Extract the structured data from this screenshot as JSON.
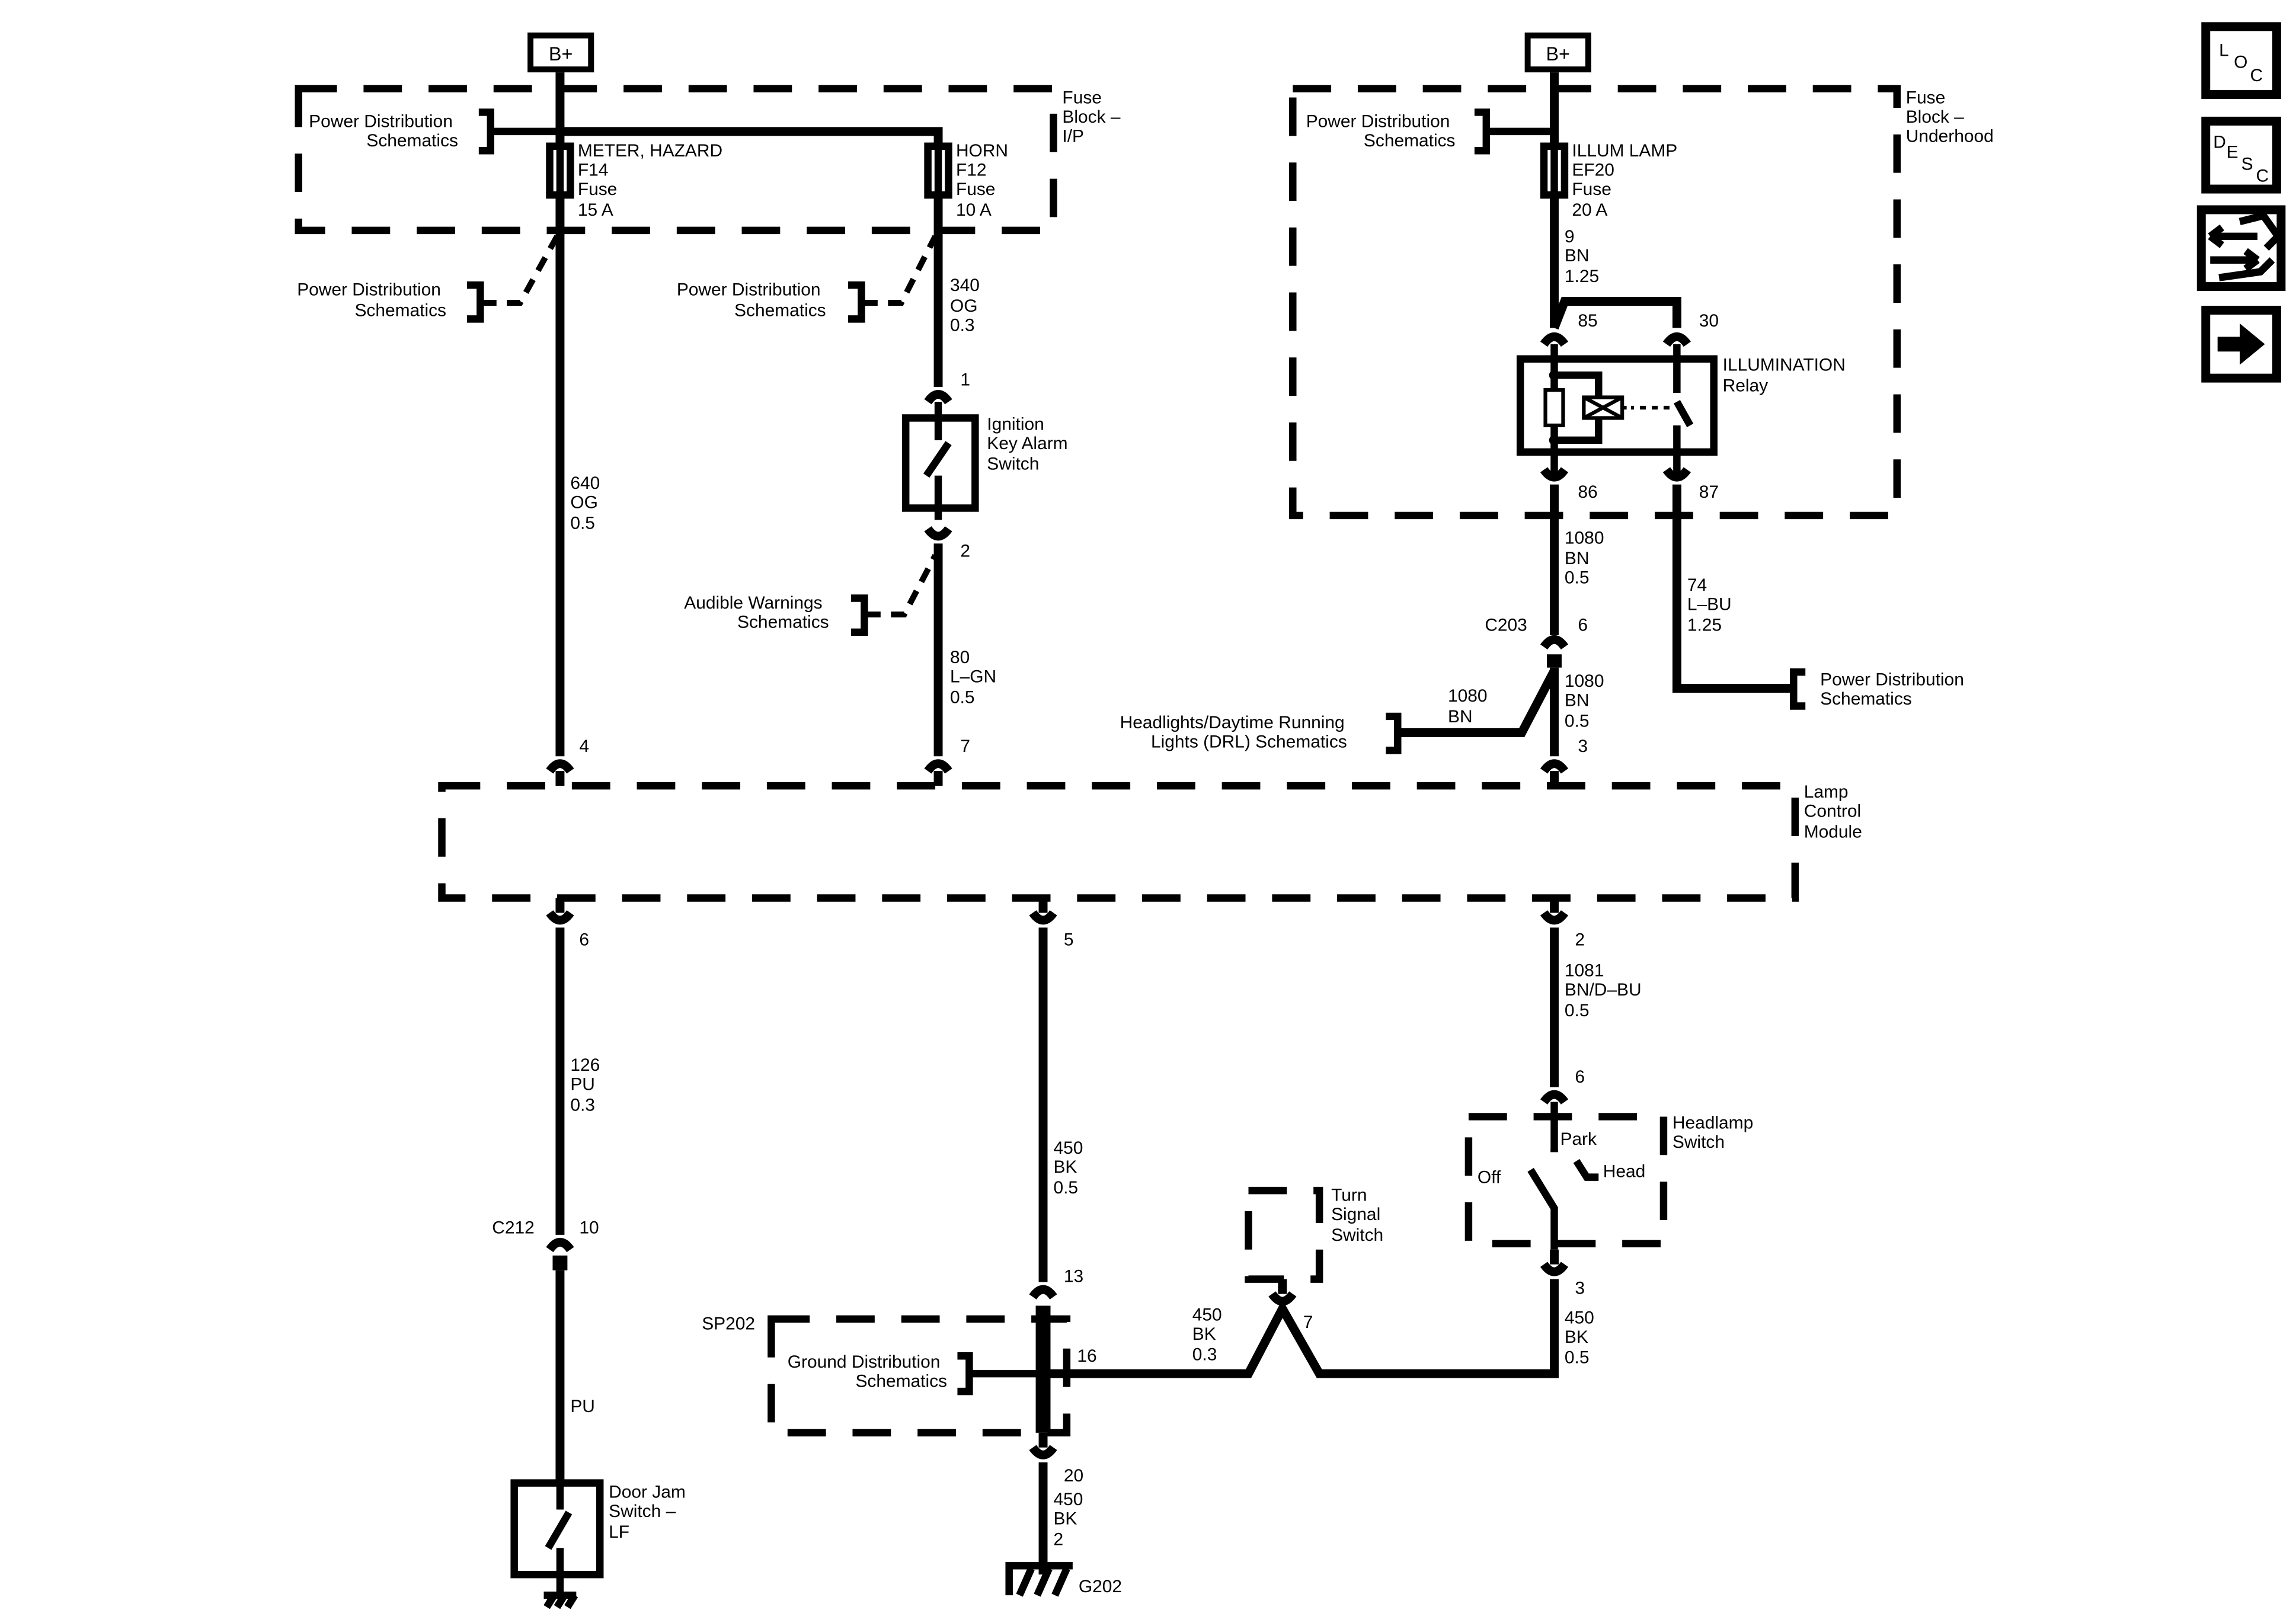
{
  "battery": {
    "left": "B+",
    "right": "B+"
  },
  "nav": {
    "loc": [
      "L",
      "O",
      "C"
    ],
    "desc": [
      "D",
      "E",
      "S",
      "C"
    ],
    "connector_icon": "connector-arrows-icon",
    "next_icon": "arrow-right-icon"
  },
  "fuse_block_ip": {
    "label": [
      "Fuse",
      "Block –",
      "I/P"
    ],
    "power_ref": [
      "Power Distribution",
      "Schematics"
    ],
    "fuse1": [
      "METER, HAZARD",
      "F14",
      "Fuse",
      "15 A"
    ],
    "fuse2": [
      "HORN",
      "F12",
      "Fuse",
      "10 A"
    ]
  },
  "fuse_block_underhood": {
    "label": [
      "Fuse",
      "Block –",
      "Underhood"
    ],
    "power_ref": [
      "Power Distribution",
      "Schematics"
    ],
    "fuse": [
      "ILLUM LAMP",
      "EF20",
      "Fuse",
      "20 A"
    ],
    "wire_9": [
      "9",
      "BN",
      "1.25"
    ],
    "relay_label": [
      "ILLUMINATION",
      "Relay"
    ],
    "pins": {
      "p85": "85",
      "p30": "30",
      "p86": "86",
      "p87": "87"
    }
  },
  "left_refs": {
    "ref1": [
      "Power Distribution",
      "Schematics"
    ],
    "ref2": [
      "Power Distribution",
      "Schematics"
    ],
    "audible": [
      "Audible Warnings",
      "Schematics"
    ]
  },
  "wires": {
    "w640": [
      "640",
      "OG",
      "0.5"
    ],
    "w340": [
      "340",
      "OG",
      "0.3"
    ],
    "w80": [
      "80",
      "L–GN",
      "0.5"
    ],
    "w1080a": [
      "1080",
      "BN",
      "0.5"
    ],
    "w1080b": [
      "1080",
      "BN",
      "0.5"
    ],
    "w1080c": [
      "1080",
      "BN"
    ],
    "w74": [
      "74",
      "L–BU",
      "1.25"
    ],
    "w1081": [
      "1081",
      "BN/D–BU",
      "0.5"
    ],
    "w126": [
      "126",
      "PU",
      "0.3"
    ],
    "wpu": "PU",
    "w450a": [
      "450",
      "BK",
      "0.5"
    ],
    "w450b": [
      "450",
      "BK",
      "0.3"
    ],
    "w450c": [
      "450",
      "BK",
      "0.5"
    ],
    "w450d": [
      "450",
      "BK",
      "2"
    ]
  },
  "ignition_switch": {
    "label": [
      "Ignition",
      "Key Alarm",
      "Switch"
    ],
    "pin_top": "1",
    "pin_bottom": "2"
  },
  "c203": {
    "name": "C203",
    "pin": "6"
  },
  "drl_ref": [
    "Headlights/Daytime Running",
    "Lights (DRL) Schematics"
  ],
  "power_ref_right": [
    "Power Distribution",
    "Schematics"
  ],
  "lamp_module": {
    "label": [
      "Lamp",
      "Control",
      "Module"
    ],
    "pins_top": [
      "4",
      "7",
      "3"
    ],
    "pins_bottom": [
      "6",
      "5",
      "2"
    ]
  },
  "c212": {
    "name": "C212",
    "pin": "10"
  },
  "door_switch": [
    "Door Jam",
    "Switch –",
    "LF"
  ],
  "headlamp_switch": {
    "label": [
      "Headlamp",
      "Switch"
    ],
    "pin_top": "6",
    "pin_bottom": "3",
    "park": "Park",
    "off": "Off",
    "head": "Head"
  },
  "turn_signal": {
    "label": [
      "Turn",
      "Signal",
      "Switch"
    ],
    "pin": "7"
  },
  "sp202": {
    "name": "SP202",
    "ref": [
      "Ground Distribution",
      "Schematics"
    ],
    "pin_top": "13",
    "pin_mid": "16",
    "pin_bottom": "20"
  },
  "ground": "G202"
}
